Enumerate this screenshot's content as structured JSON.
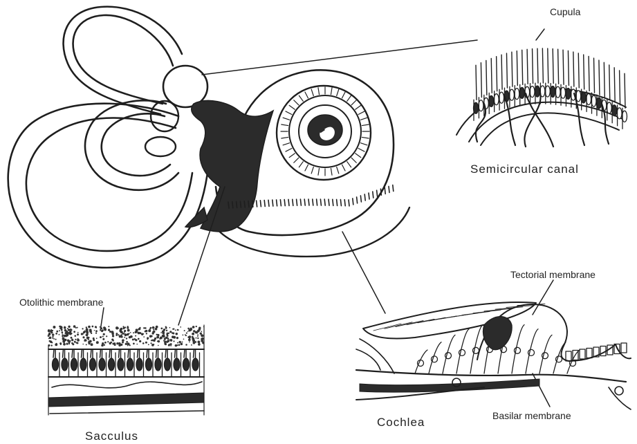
{
  "labels": {
    "cupula": "Cupula",
    "semicircular_canal": "Semicircular canal",
    "otolithic_membrane": "Otolithic membrane",
    "sacculus": "Sacculus",
    "tectorial_membrane": "Tectorial membrane",
    "cochlea": "Cochlea",
    "basilar_membrane": "Basilar membrane"
  }
}
